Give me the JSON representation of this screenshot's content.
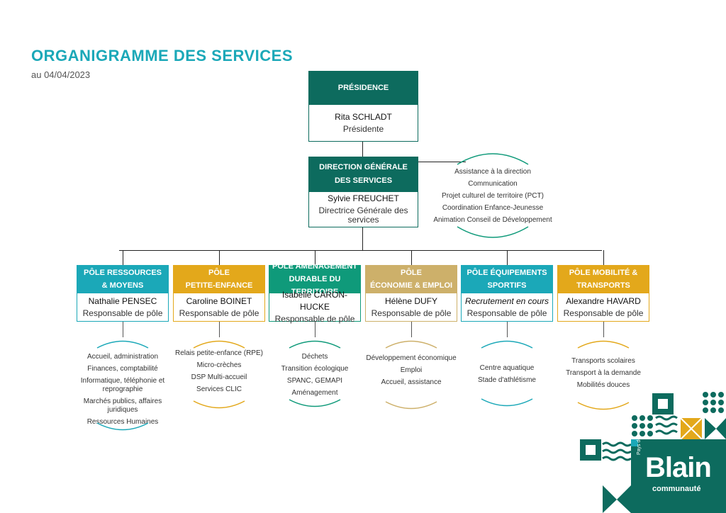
{
  "title": "ORGANIGRAMME DES SERVICES",
  "date": "au 04/04/2023",
  "presidence": {
    "heading": "PRÉSIDENCE",
    "name": "Rita SCHLADT",
    "role": "Présidente"
  },
  "dgs": {
    "heading_line1": "DIRECTION GÉNÉRALE",
    "heading_line2": "DES SERVICES",
    "name": "Sylvie FREUCHET",
    "role_line1": "Directrice Générale des",
    "role_line2": "services",
    "services": [
      "Assistance à la direction",
      "Communication",
      "Projet culturel de territoire (PCT)",
      "Coordination Enfance-Jeunesse",
      "Animation Conseil de Développement"
    ]
  },
  "poles": [
    {
      "line1": "PÔLE RESSOURCES",
      "line2": "& MOYENS",
      "name": "Nathalie PENSEC",
      "role": "Responsable de pôle",
      "color": "#1ba8b8",
      "services": [
        "Accueil, administration",
        "Finances, comptabilité",
        "Informatique, téléphonie et reprographie",
        "Marchés publics, affaires juridiques",
        "Ressources Humaines"
      ]
    },
    {
      "line1": "PÔLE",
      "line2": "PETITE-ENFANCE",
      "name": "Caroline BOINET",
      "role": "Responsable de pôle",
      "color": "#e3a81b",
      "services": [
        "Relais petite-enfance (RPE)",
        "Micro-crèches",
        "DSP Multi-accueil",
        "Services CLIC"
      ]
    },
    {
      "line1": "PÔLE AMÉNAGEMENT",
      "line2": "DURABLE DU TERRITOIRE",
      "name": "Isabelle CARON-HUCKE",
      "role": "Responsable de pôle",
      "color": "#0f9a7a",
      "services": [
        "Déchets",
        "Transition écologique",
        "SPANC, GEMAPI",
        "Aménagement"
      ]
    },
    {
      "line1": "PÔLE",
      "line2": "ÉCONOMIE & EMPLOI",
      "name": "Hélène DUFY",
      "role": "Responsable de pôle",
      "color": "#cdb06a",
      "services": [
        "Développement économique",
        "Emploi",
        "Accueil, assistance"
      ]
    },
    {
      "line1": "PÔLE ÉQUIPEMENTS",
      "line2": "SPORTIFS",
      "name": "Recrutement en cours",
      "role": "Responsable de pôle",
      "color": "#1ba8b8",
      "services": [
        "Centre aquatique",
        "Stade d'athlétisme"
      ]
    },
    {
      "line1": "PÔLE MOBILITÉ &",
      "line2": "TRANSPORTS",
      "name": "Alexandre HAVARD",
      "role": "Responsable de pôle",
      "color": "#e3a81b",
      "services": [
        "Transports scolaires",
        "Transport à la demande",
        "Mobilités douces"
      ]
    }
  ],
  "logo": {
    "prefix": "Pays de",
    "main": "Blain",
    "sub": "communauté"
  },
  "colors": {
    "teal_dark": "#0d6b5e",
    "teal": "#1ba8b8",
    "gold": "#e3a81b",
    "green": "#0f9a7a",
    "sand": "#cdb06a"
  }
}
